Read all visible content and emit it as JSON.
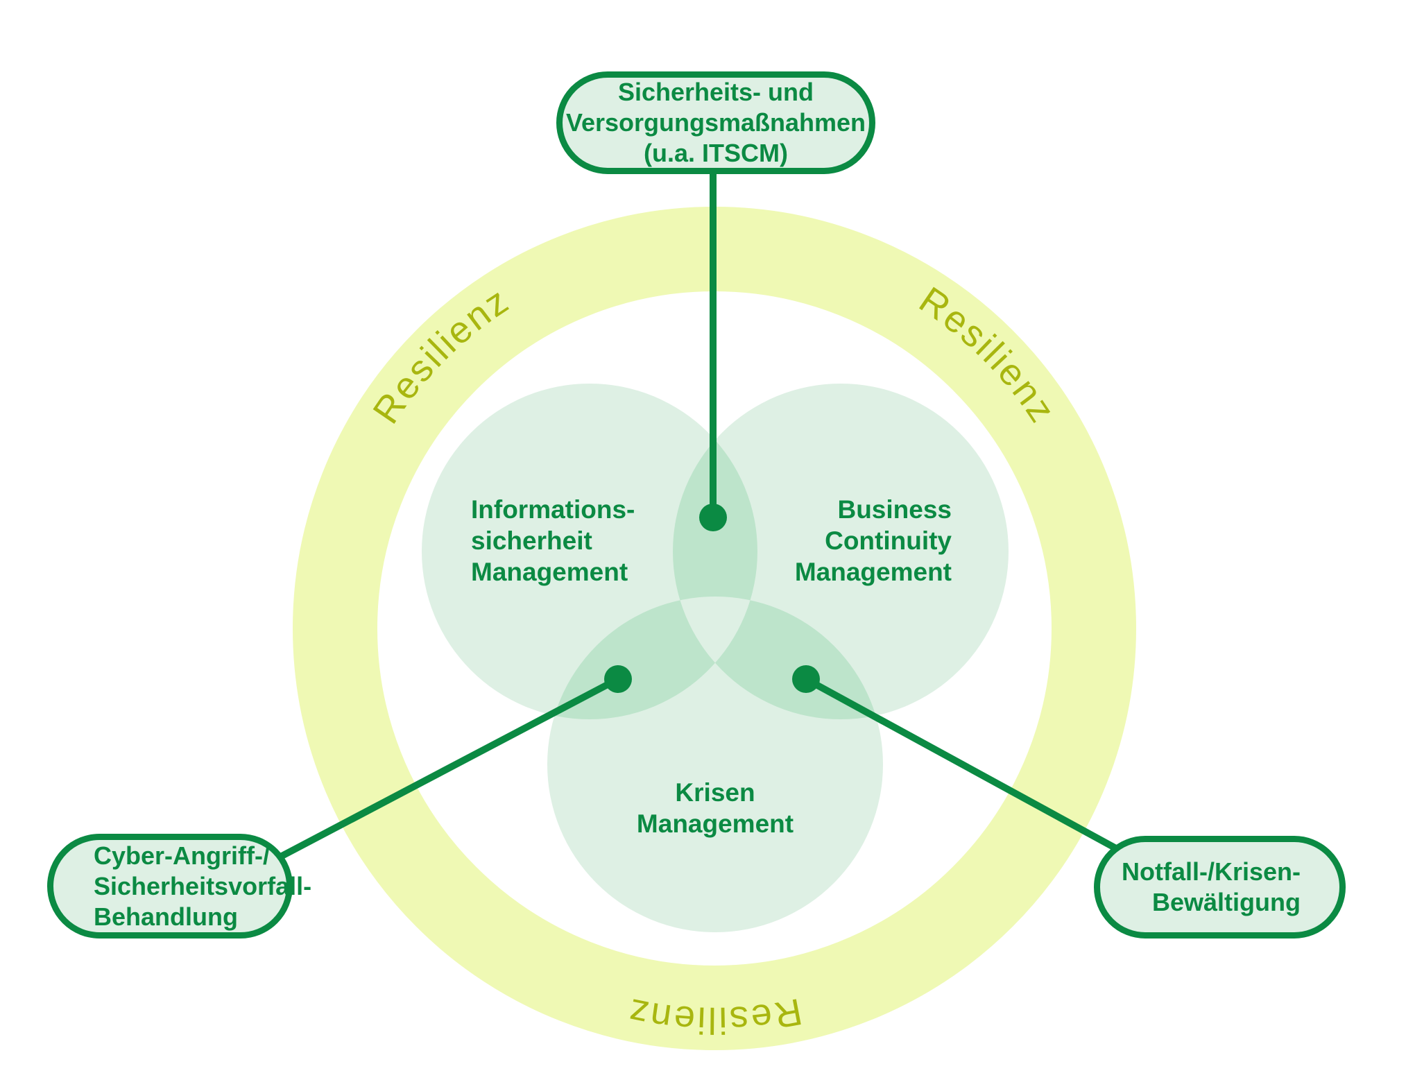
{
  "diagram": {
    "title_none_shown": "",
    "type": "venn-resilience-diagram"
  },
  "colors": {
    "accent_green": "#0b8a43",
    "fill_green_light": "#def0e4",
    "fill_green_overlap": "#bde4cb",
    "ring_yellow": "#eff9b4",
    "ring_label_olive": "#a8b60f",
    "background": "#ffffff"
  },
  "ring": {
    "label": "Resilienz"
  },
  "venn": {
    "information_security": {
      "lines": [
        "Informations-",
        "sicherheit",
        "Management"
      ]
    },
    "business_continuity": {
      "lines": [
        "Business",
        "Continuity",
        "Management"
      ]
    },
    "crisis": {
      "lines": [
        "Krisen",
        "Management"
      ]
    }
  },
  "callouts": {
    "top": {
      "lines": [
        "Sicherheits- und",
        "Versorgungsmaßnahmen",
        "(u.a. ITSCM)"
      ]
    },
    "left": {
      "lines": [
        "Cyber-Angriff-/",
        "Sicherheitsvorfall-",
        "Behandlung"
      ]
    },
    "right": {
      "lines": [
        "Notfall-/Krisen-",
        "Bewältigung"
      ]
    }
  }
}
